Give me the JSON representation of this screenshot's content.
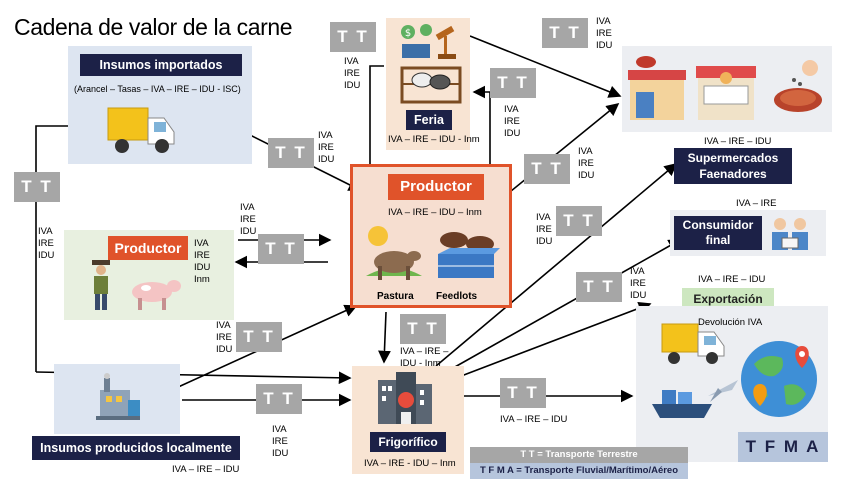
{
  "title": "Cadena de valor de la carne",
  "insumos_importados": {
    "label": "Insumos importados",
    "taxes": "(Arancel – Tasas – IVA – IRE – IDU - ISC)"
  },
  "feria": {
    "label": "Feria",
    "taxes": "IVA – IRE – IDU - Inm"
  },
  "productor_central": {
    "label": "Productor",
    "taxes": "IVA – IRE – IDU – Inm",
    "pastura": "Pastura",
    "feedlots": "Feedlots"
  },
  "productor_left": {
    "label": "Productor",
    "taxes": [
      "IVA",
      "IRE",
      "IDU",
      "Inm"
    ]
  },
  "supermercados": {
    "label_line1": "Supermercados",
    "label_line2": "Faenadores",
    "taxes": "IVA – IRE – IDU"
  },
  "consumidor": {
    "label_line1": "Consumidor",
    "label_line2": "final",
    "taxes": "IVA – IRE"
  },
  "exportacion": {
    "label": "Exportación",
    "taxes": "IVA – IRE – IDU",
    "devolucion": "Devolución IVA",
    "tfma": "T F M A"
  },
  "insumos_locales": {
    "label": "Insumos producidos localmente",
    "taxes": "IVA – IRE – IDU"
  },
  "frigorifico": {
    "label": "Frigorífico",
    "taxes": "IVA – IRE -  IDU – Inm"
  },
  "tt_label": "T T",
  "tax_lists": {
    "iva_ire_idu": [
      "IVA",
      "IRE",
      "IDU"
    ],
    "iva_ire_idu_inm_frig": [
      "IVA – IRE –",
      "IDU - Inm"
    ],
    "iva_ire_idu_inline": "IVA – IRE – IDU"
  },
  "legend": {
    "tt": "T T = Transporte Terrestre",
    "tfma": "T F M A = Transporte Fluvial/Marítimo/Aéreo"
  },
  "colors": {
    "navy": "#1c2147",
    "red_orange": "#e0532a",
    "tt_grey": "#a6a6a6",
    "panel_blue": "#dde5f1",
    "panel_peach": "#f8e4d3",
    "export_green": "#cde7c0"
  }
}
